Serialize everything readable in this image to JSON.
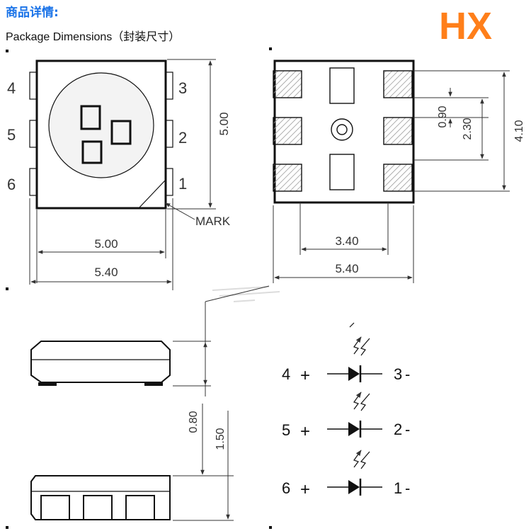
{
  "header": {
    "title": "商品详情:",
    "subtitle": "Package Dimensions（封装尺寸）",
    "brand": "HX"
  },
  "colors": {
    "title": "#1a73e8",
    "brand": "#ff7f1a",
    "ink": "#111111",
    "dim": "#333333",
    "hatch": "#999999",
    "lens": "#f2f2f2"
  },
  "top_view": {
    "pins_left": [
      "4",
      "5",
      "6"
    ],
    "pins_right": [
      "3",
      "2",
      "1"
    ],
    "mark_label": "MARK",
    "dim_height": "5.00",
    "dim_width_body": "5.00",
    "dim_width_total": "5.40"
  },
  "bottom_view": {
    "dim_pad_pitch": "0.90",
    "dim_pad_span": "2.30",
    "dim_total_height": "4.10",
    "dim_inner_width": "3.40",
    "dim_total_width": "5.40"
  },
  "side_view": {
    "dim_body": "0.80",
    "dim_total": "1.50"
  },
  "schematic": {
    "rows": [
      {
        "anode": "4",
        "cathode": "3"
      },
      {
        "anode": "5",
        "cathode": "2"
      },
      {
        "anode": "6",
        "cathode": "1"
      }
    ],
    "anode_sign": "+",
    "cathode_sign": "-"
  }
}
